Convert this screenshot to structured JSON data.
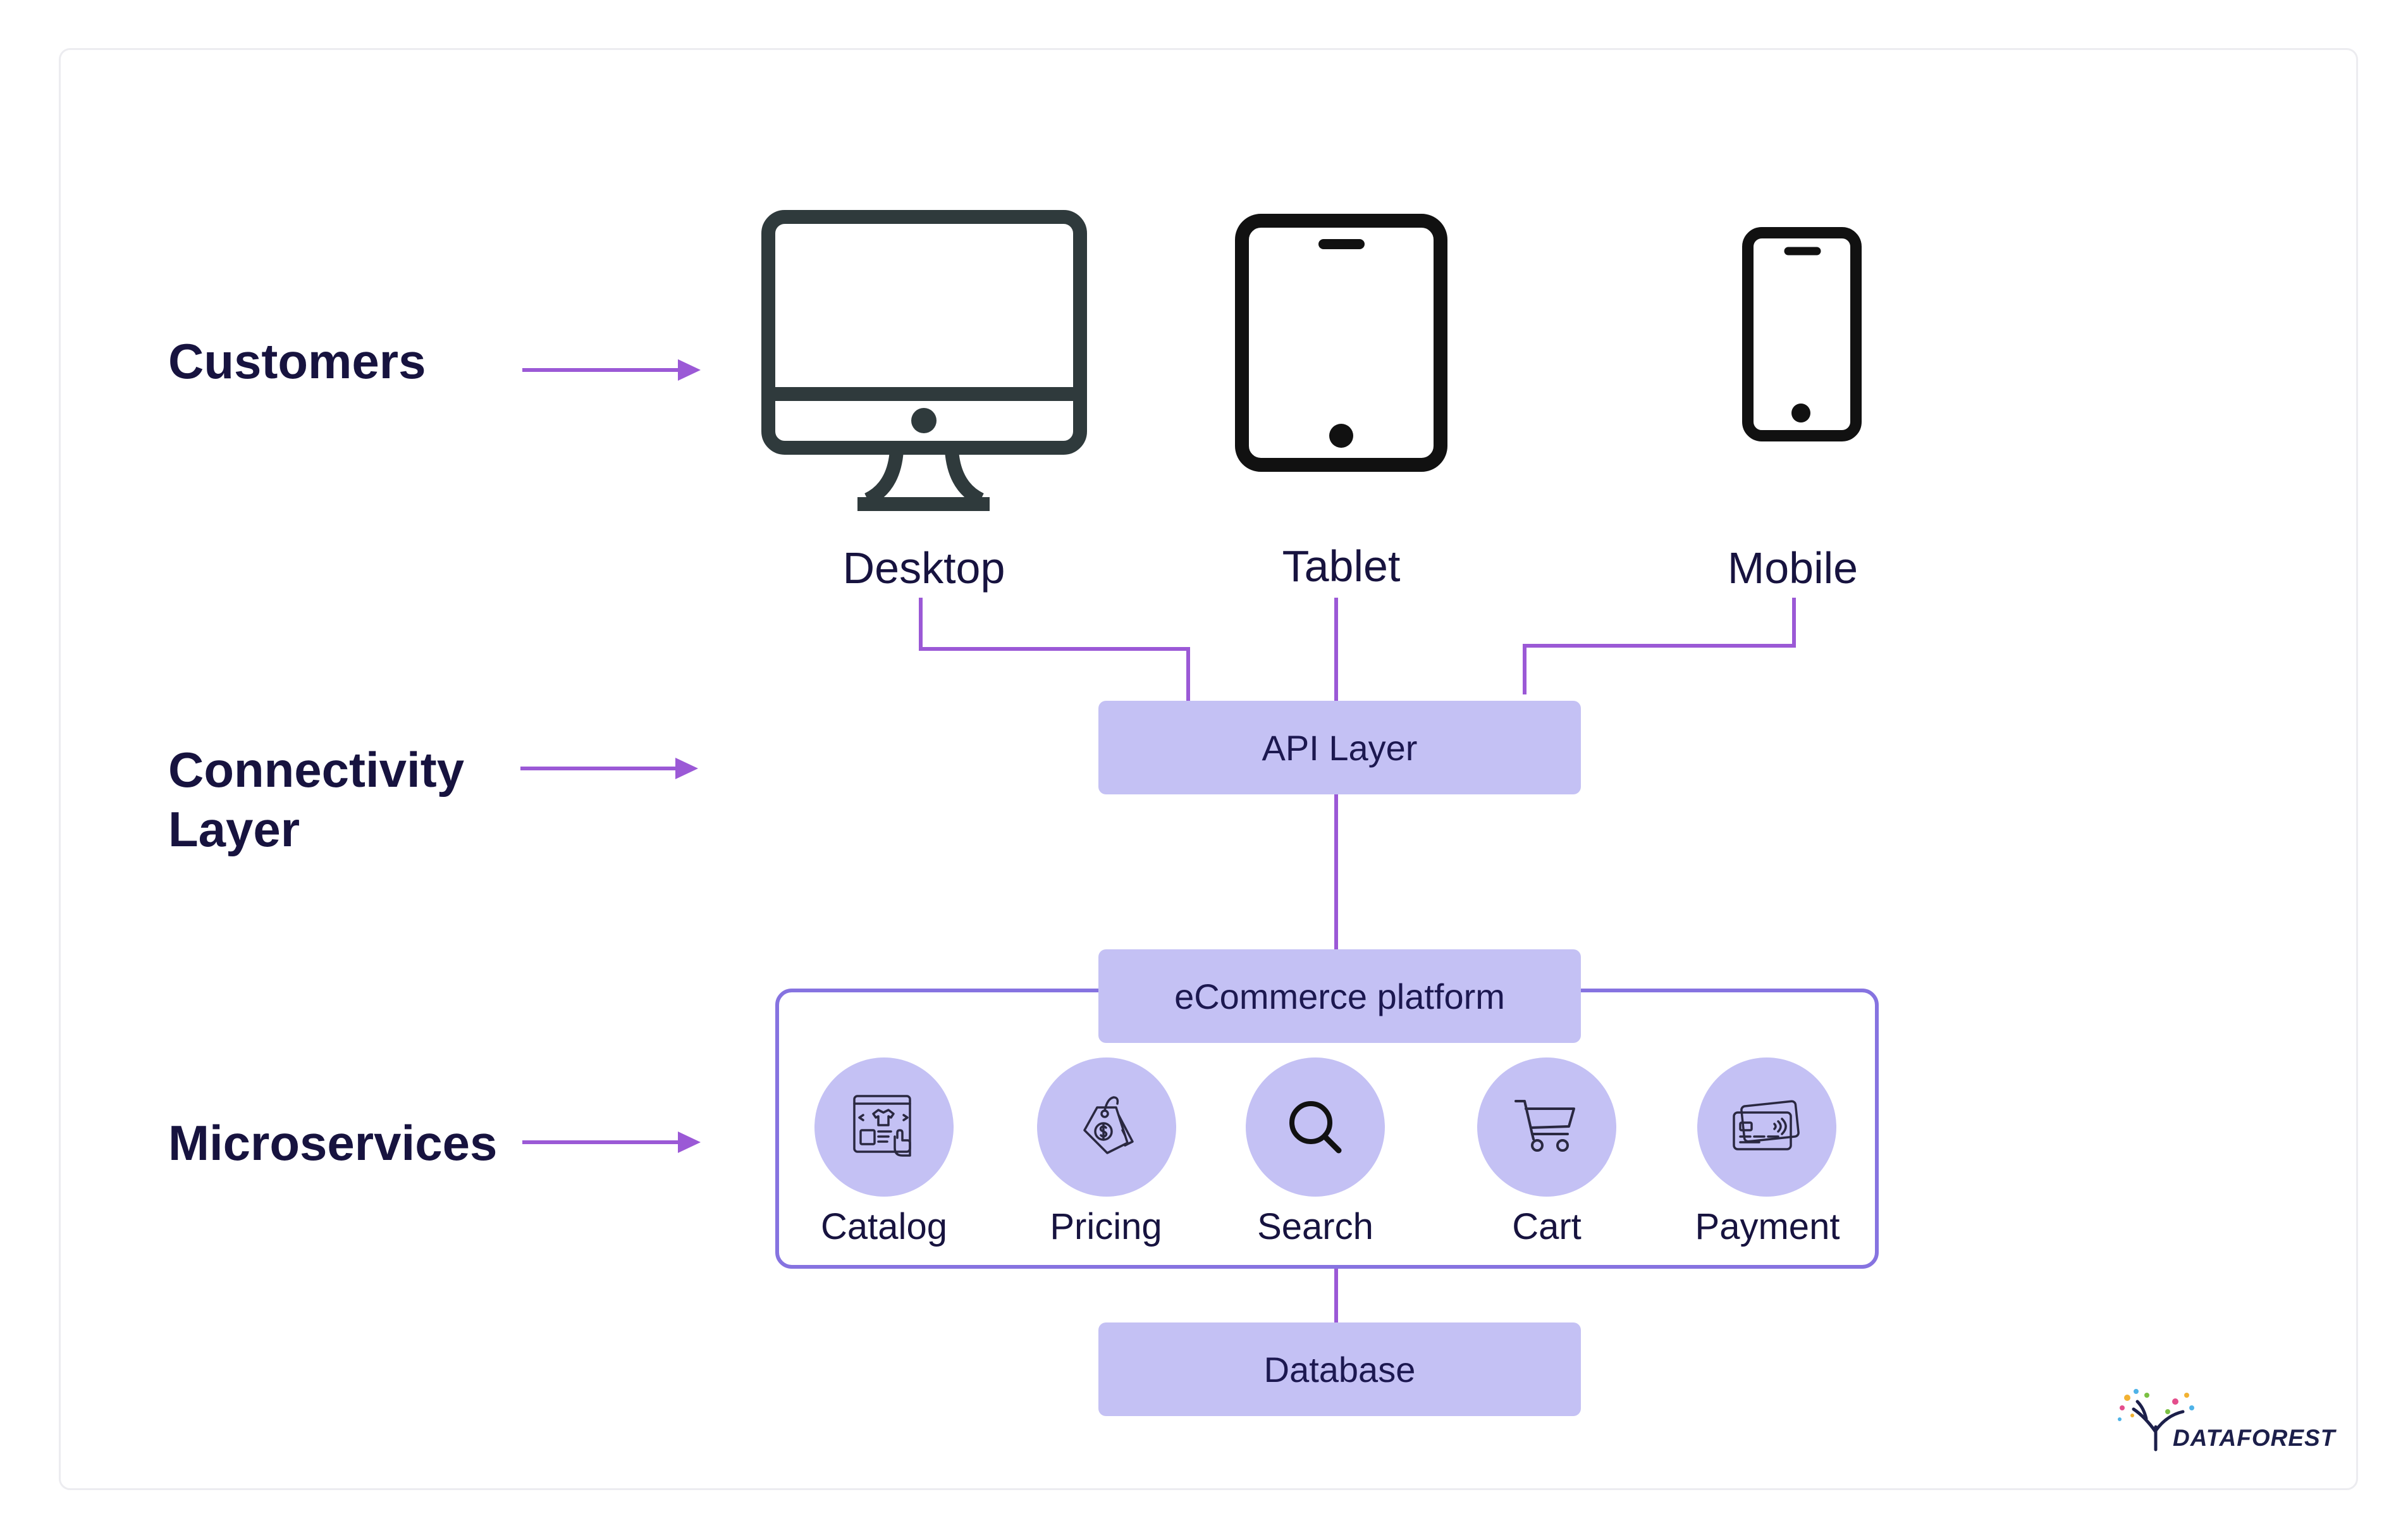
{
  "layers": {
    "customers": "Customers",
    "connectivity": "Connectivity\nLayer",
    "microservices": "Microservices"
  },
  "devices": {
    "desktop": "Desktop",
    "tablet": "Tablet",
    "mobile": "Mobile"
  },
  "boxes": {
    "api": "API Layer",
    "platform": "eCommerce platform",
    "database": "Database"
  },
  "services": {
    "catalog": "Catalog",
    "pricing": "Pricing",
    "search": "Search",
    "cart": "Cart",
    "payment": "Payment"
  },
  "logo": "DATAFOREST",
  "colors": {
    "arrow": "#9b59d6",
    "box_fill": "#c4c1f4",
    "frame": "#8673e0",
    "text": "#17133f"
  }
}
